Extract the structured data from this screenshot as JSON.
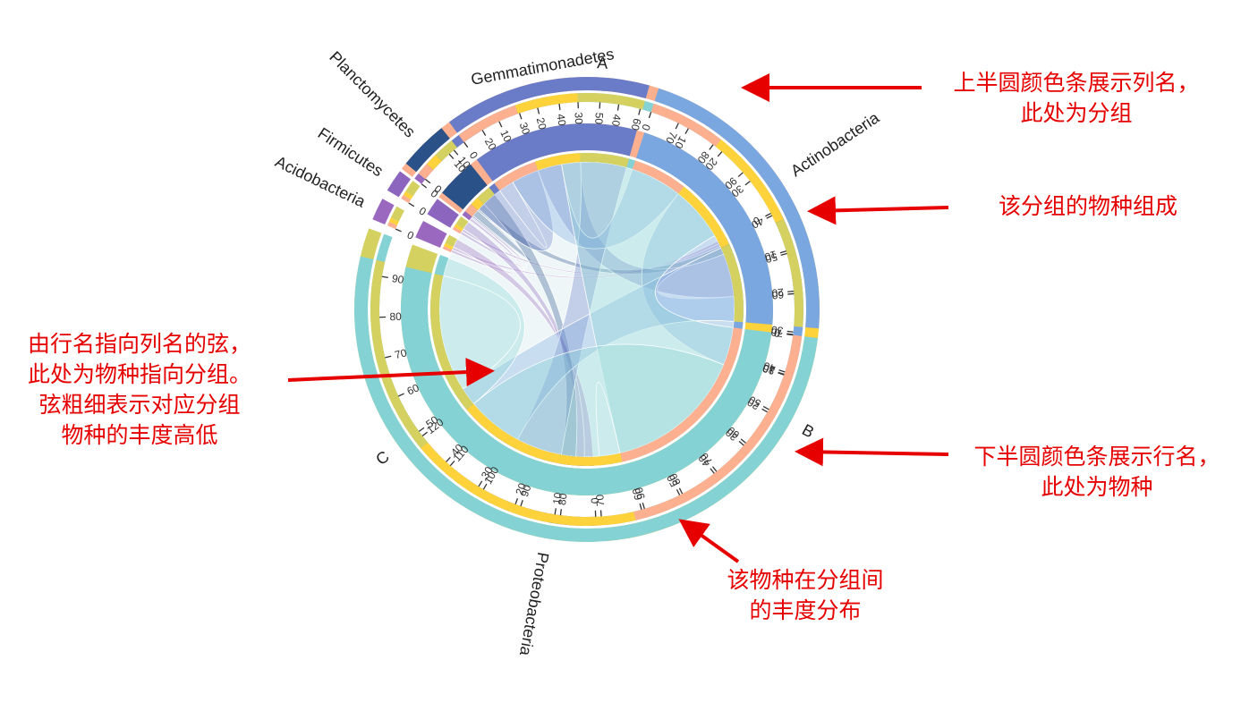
{
  "chart_data": {
    "type": "chord",
    "columns": [
      {
        "name": "A",
        "color": "#fdb08f"
      },
      {
        "name": "B",
        "color": "#fdd23a"
      },
      {
        "name": "C",
        "color": "#d4d160"
      }
    ],
    "rows": [
      {
        "name": "Acidobacteria",
        "color": "#9a69bf"
      },
      {
        "name": "Firmicutes",
        "color": "#8c66be"
      },
      {
        "name": "Planctomycetes",
        "color": "#2a5288"
      },
      {
        "name": "Gemmatimonadetes",
        "color": "#6a7cc8"
      },
      {
        "name": "Actinobacteria",
        "color": "#7aa7df"
      },
      {
        "name": "Proteobacteria",
        "color": "#85d2d4"
      }
    ],
    "matrix": [
      [
        1,
        1,
        3
      ],
      [
        1,
        1,
        3
      ],
      [
        3,
        3,
        5
      ],
      [
        15,
        15,
        16
      ],
      [
        18,
        24,
        26
      ],
      [
        62,
        56,
        47
      ]
    ],
    "ticks": {
      "A": [
        "0",
        "10",
        "20",
        "30",
        "40",
        "50",
        "60",
        "70",
        "80",
        "90"
      ],
      "B": [
        "0",
        "10",
        "20",
        "30",
        "40",
        "50",
        "60",
        "70",
        "80",
        "90"
      ],
      "C": [
        "0",
        "10",
        "20",
        "30",
        "40",
        "50",
        "60",
        "70",
        "80",
        "90"
      ],
      "Acidobacteria": [
        "0"
      ],
      "Firmicutes": [
        "0"
      ],
      "Planctomycetes": [
        "0",
        "10"
      ],
      "Gemmatimonadetes": [
        "0",
        "10",
        "20",
        "30",
        "40"
      ],
      "Actinobacteria": [
        "0",
        "10",
        "20",
        "30",
        "40",
        "50",
        "60",
        "70",
        "80"
      ],
      "Proteobacteria": [
        "0",
        "10",
        "20",
        "30",
        "40",
        "50",
        "60",
        "70",
        "80",
        "90",
        "100",
        "110",
        "120"
      ]
    }
  },
  "annotations": {
    "top_right": [
      "上半圆颜色条展示列名，",
      "此处为分组"
    ],
    "mid_right": [
      "该分组的物种组成"
    ],
    "left": [
      "由行名指向列名的弦，",
      "此处为物种指向分组。",
      "弦粗细表示对应分组",
      "物种的丰度高低"
    ],
    "bottom_right": [
      "下半圆颜色条展示行名，",
      "此处为物种"
    ],
    "bottom_mid": [
      "该物种在分组间",
      "的丰度分布"
    ]
  },
  "colors": {
    "annotation": "#e60000"
  }
}
